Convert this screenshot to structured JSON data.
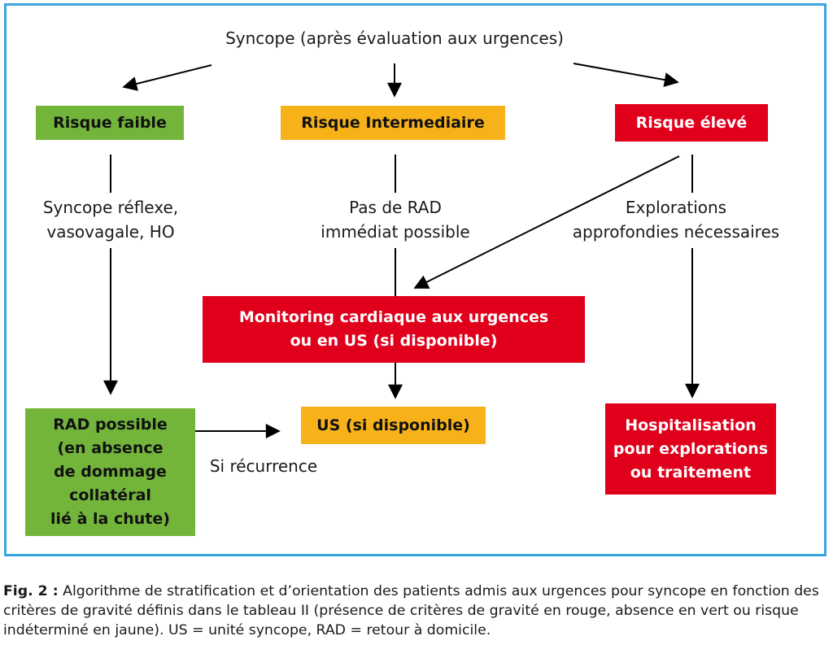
{
  "diagram": {
    "title": "Syncope (après évaluation aux urgences)",
    "colors": {
      "frame": "#39a6dd",
      "low": "#73b53b",
      "intermediate": "#f7b21a",
      "high": "#e0001b"
    },
    "nodes": {
      "risk_low": "Risque faible",
      "risk_intermediate": "Risque Intermediaire",
      "risk_high": "Risque  élevé",
      "monitoring": "Monitoring cardiaque aux urgences\nou en US (si disponible)",
      "rad_possible": "RAD possible\n(en absence\nde dommage\ncollatéral\nlié à la chute)",
      "us": "US (si disponible)",
      "hospitalisation": "Hospitalisation\npour explorations\nou traitement"
    },
    "edge_labels": {
      "low": "Syncope réflexe,\nvasovagale, HO",
      "intermediate": "Pas de RAD\nimmédiat possible",
      "high": "Explorations\napprofondies nécessaires",
      "recurrence": "Si récurrence"
    }
  },
  "caption": {
    "label": "Fig. 2 :",
    "text": " Algorithme de stratification et d’orientation des patients admis aux urgences pour syncope en fonction des critères de gravité définis dans le tableau II (présence de critères de gravité en rouge, absence en vert ou risque indéterminé en jaune). US = unité syncope, RAD = retour à domicile."
  }
}
